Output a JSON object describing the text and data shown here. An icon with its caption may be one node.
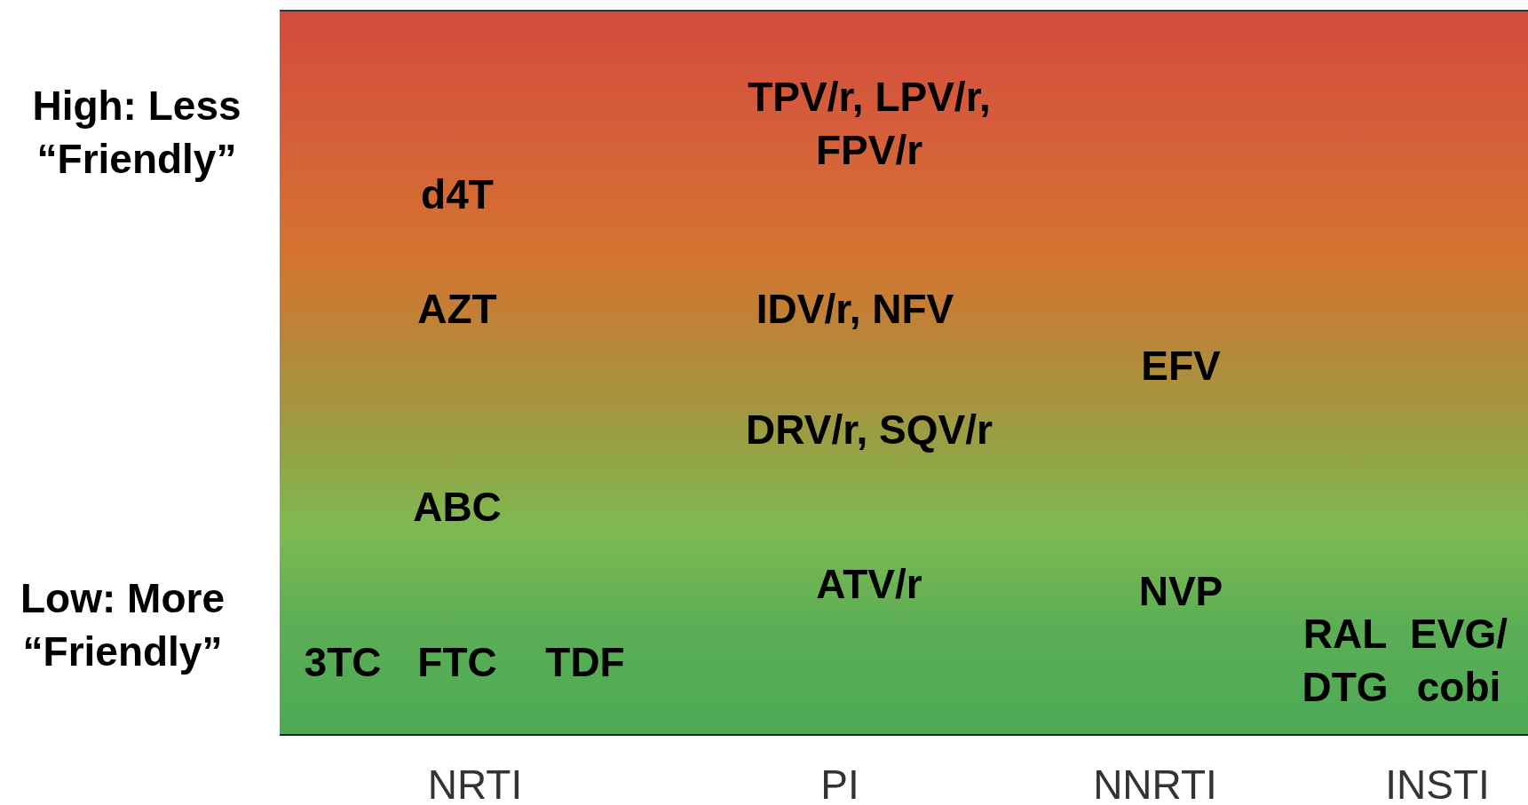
{
  "diagram": {
    "labels": [
      "High: Less “Friendly”",
      "TPV/r, LPV/r, FPV/r",
      "d4T",
      "AZT",
      "IDV/r, NFV",
      "EFV",
      "DRV/r, SQV/r",
      "ABC",
      "Low: More “Friendly”",
      "ATV/r",
      "NVP",
      "RAL DTG",
      "EVG/ cobi",
      "3TC",
      "FTC",
      "TDF",
      "NRTI",
      "PI",
      "NNRTI",
      "INSTI"
    ]
  }
}
